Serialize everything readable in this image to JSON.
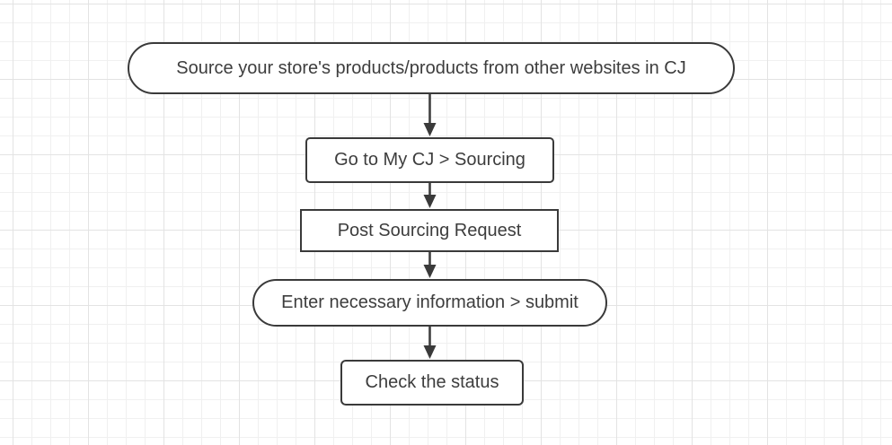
{
  "diagram": {
    "type": "flowchart",
    "direction": "top-down",
    "nodes": [
      {
        "id": "start",
        "shape": "terminator",
        "label": "Source your store's products/products from other websites in CJ"
      },
      {
        "id": "go-to-sourcing",
        "shape": "process",
        "label": "Go to My CJ > Sourcing"
      },
      {
        "id": "post-request",
        "shape": "process",
        "label": "Post Sourcing Request"
      },
      {
        "id": "enter-info",
        "shape": "terminator",
        "label": "Enter necessary information > submit"
      },
      {
        "id": "check-status",
        "shape": "process",
        "label": "Check the status"
      }
    ],
    "edges": [
      {
        "from": "start",
        "to": "go-to-sourcing"
      },
      {
        "from": "go-to-sourcing",
        "to": "post-request"
      },
      {
        "from": "post-request",
        "to": "enter-info"
      },
      {
        "from": "enter-info",
        "to": "check-status"
      }
    ],
    "colors": {
      "stroke": "#3a3a3a",
      "text": "#3d3d3d",
      "node_fill": "#ffffff",
      "canvas_bg": "#ffffff",
      "grid_minor": "#f0f0f0",
      "grid_major": "#e3e3e3"
    }
  }
}
